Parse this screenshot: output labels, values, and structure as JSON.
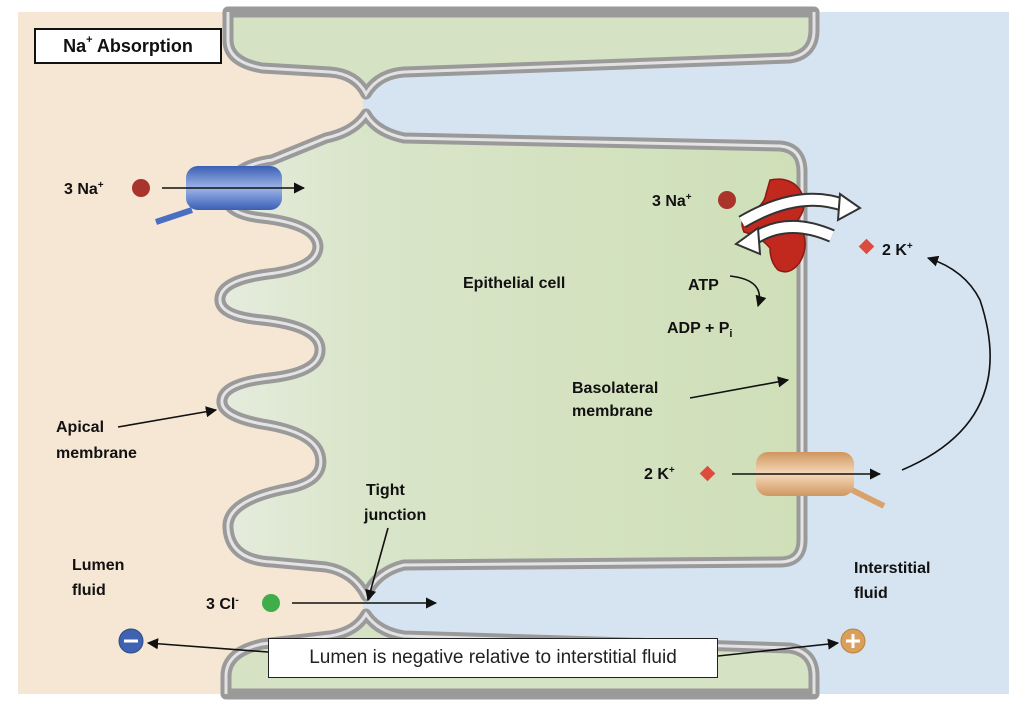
{
  "title": {
    "ion": "Na",
    "charge": "+",
    "rest": " Absorption"
  },
  "labels": {
    "apical_na": {
      "count": "3 Na",
      "charge": "+"
    },
    "pump_na": {
      "count": "3 Na",
      "charge": "+"
    },
    "pump_k": {
      "count": "2 K",
      "charge": "+"
    },
    "channel_k": {
      "count": "2 K",
      "charge": "+"
    },
    "cl": {
      "count": "3 Cl",
      "charge": "-"
    },
    "epithelial_cell": "Epithelial cell",
    "atp": "ATP",
    "adp": "ADP + P",
    "adp_sub": "i",
    "basolateral_line1": "Basolateral",
    "basolateral_line2": "membrane",
    "apical_line1": "Apical",
    "apical_line2": "membrane",
    "tight_line1": "Tight",
    "tight_line2": "junction",
    "lumen_line1": "Lumen",
    "lumen_line2": "fluid",
    "interstitial_line1": "Interstitial",
    "interstitial_line2": "fluid"
  },
  "caption": "Lumen is negative relative to interstitial fluid",
  "icons": {
    "na_ion": "circle",
    "k_ion": "diamond",
    "cl_ion": "circle",
    "negative": "minus-circle-icon",
    "positive": "plus-circle-icon"
  },
  "colors": {
    "lumen_bg": "#f6e6d4",
    "interstitial_bg": "#d6e4f2",
    "cell": "#d8e4c6",
    "membrane": "#9a9a9a",
    "na_ion": "#a8342c",
    "k_ion": "#e04a3c",
    "cl_ion": "#3fae4a",
    "na_channel": "#4a6fc2",
    "pump": "#c1281e",
    "k_channel": "#d9a26a",
    "negative": "#3f63b0",
    "positive": "#d9a05b"
  }
}
